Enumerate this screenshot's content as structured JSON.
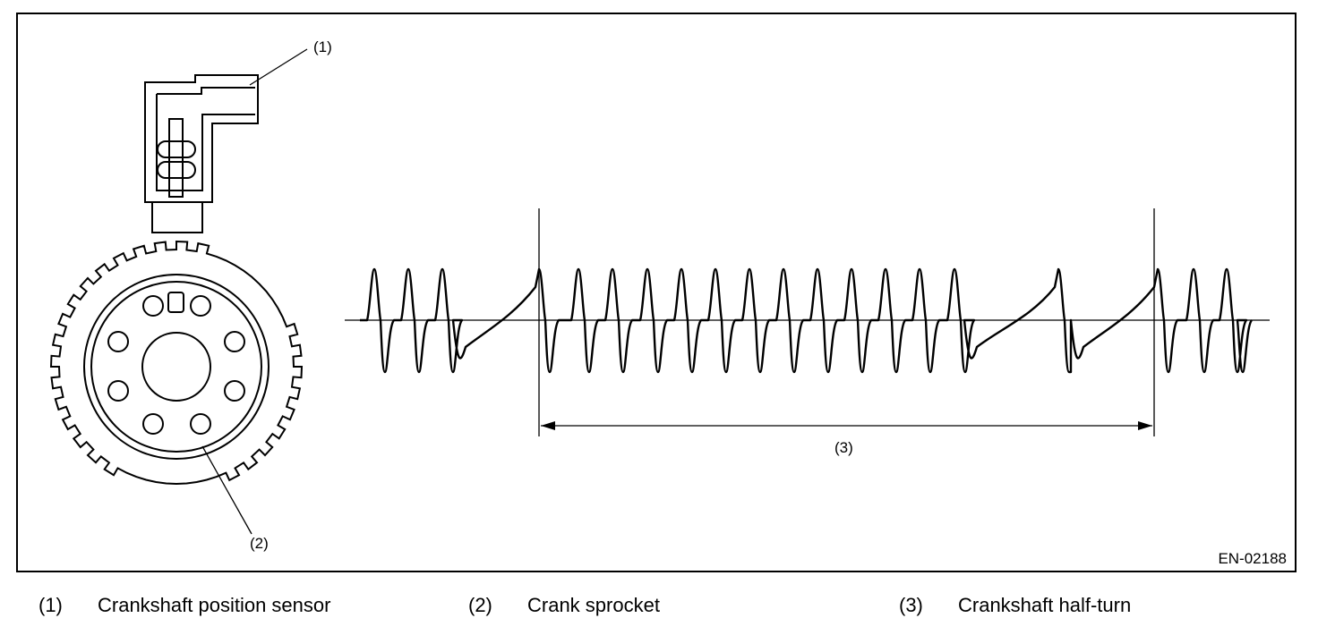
{
  "figure": {
    "id_label": "EN-02188",
    "callouts": {
      "sensor": "(1)",
      "sprocket": "(2)",
      "half_turn": "(3)"
    }
  },
  "legend": [
    {
      "num": "(1)",
      "text": "Crankshaft position sensor"
    },
    {
      "num": "(2)",
      "text": "Crank sprocket"
    },
    {
      "num": "(3)",
      "text": "Crankshaft half-turn"
    }
  ],
  "colors": {
    "line": "#000000",
    "background": "#ffffff"
  }
}
